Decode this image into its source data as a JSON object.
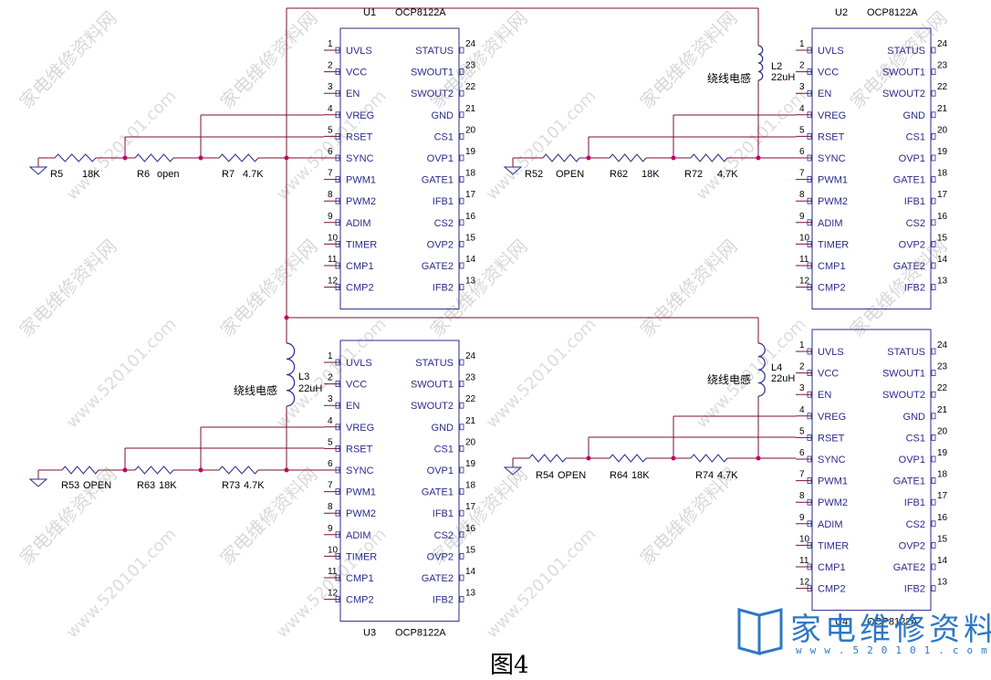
{
  "figure_caption": "图4",
  "watermark_text": "家电维修资料网",
  "watermark_url": "www.520101.com",
  "logo": {
    "text": "家电维修资料网",
    "url": "www.520101.com"
  },
  "colors": {
    "wire": "#7a1030",
    "node": "#c0006a",
    "chip": "#2b2b8c"
  },
  "chips": [
    {
      "ref": "U1",
      "part": "OCP8122A"
    },
    {
      "ref": "U2",
      "part": "OCP8122A"
    },
    {
      "ref": "U3",
      "part": "OCP8122A"
    },
    {
      "ref": "U4",
      "part": "OCP8122A"
    }
  ],
  "left_pins": [
    {
      "num": "1",
      "name": "UVLS"
    },
    {
      "num": "2",
      "name": "VCC"
    },
    {
      "num": "3",
      "name": "EN"
    },
    {
      "num": "4",
      "name": "VREG"
    },
    {
      "num": "5",
      "name": "RSET"
    },
    {
      "num": "6",
      "name": "SYNC"
    },
    {
      "num": "7",
      "name": "PWM1"
    },
    {
      "num": "8",
      "name": "PWM2"
    },
    {
      "num": "9",
      "name": "ADIM"
    },
    {
      "num": "10",
      "name": "TIMER"
    },
    {
      "num": "11",
      "name": "CMP1"
    },
    {
      "num": "12",
      "name": "CMP2"
    }
  ],
  "right_pins": [
    {
      "num": "24",
      "name": "STATUS"
    },
    {
      "num": "23",
      "name": "SWOUT1"
    },
    {
      "num": "22",
      "name": "SWOUT2"
    },
    {
      "num": "21",
      "name": "GND"
    },
    {
      "num": "20",
      "name": "CS1"
    },
    {
      "num": "19",
      "name": "OVP1"
    },
    {
      "num": "18",
      "name": "GATE1"
    },
    {
      "num": "17",
      "name": "IFB1"
    },
    {
      "num": "16",
      "name": "CS2"
    },
    {
      "num": "15",
      "name": "OVP2"
    },
    {
      "num": "14",
      "name": "GATE2"
    },
    {
      "num": "13",
      "name": "IFB2"
    }
  ],
  "inductors": [
    {
      "ref": "L2",
      "value": "22uH",
      "desc": "绕线电感"
    },
    {
      "ref": "L3",
      "value": "22uH",
      "desc": "绕线电感"
    },
    {
      "ref": "L4",
      "value": "22uH",
      "desc": "绕线电感"
    }
  ],
  "resistor_groups": [
    [
      {
        "ref": "R5",
        "value": "18K"
      },
      {
        "ref": "R6",
        "value": "open"
      },
      {
        "ref": "R7",
        "value": "4.7K"
      }
    ],
    [
      {
        "ref": "R52",
        "value": "OPEN"
      },
      {
        "ref": "R62",
        "value": "18K"
      },
      {
        "ref": "R72",
        "value": "4.7K"
      }
    ],
    [
      {
        "ref": "R53",
        "value": "OPEN"
      },
      {
        "ref": "R63",
        "value": "18K"
      },
      {
        "ref": "R73",
        "value": "4.7K"
      }
    ],
    [
      {
        "ref": "R54",
        "value": "OPEN"
      },
      {
        "ref": "R64",
        "value": "18K"
      },
      {
        "ref": "R74",
        "value": "4.7K"
      }
    ]
  ]
}
